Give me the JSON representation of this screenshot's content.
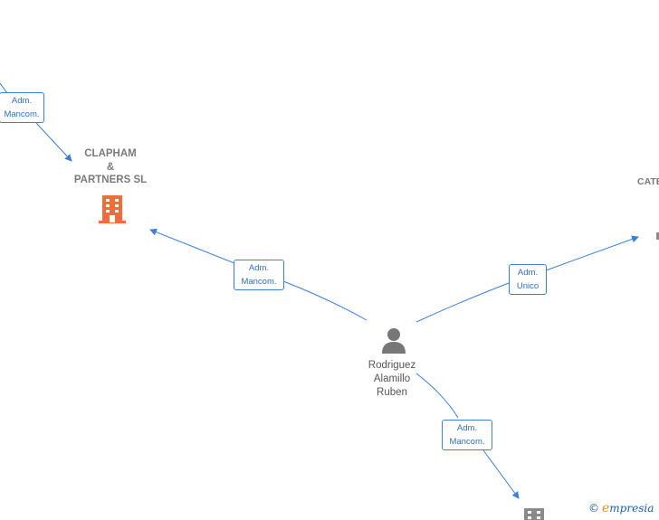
{
  "nodes": {
    "company_clapham": {
      "lines": [
        "CLAPHAM",
        "&",
        "PARTNERS  SL"
      ],
      "color": "#f26c3a"
    },
    "company_right": {
      "lines": [
        "CATE"
      ]
    },
    "person": {
      "lines": [
        "Rodriguez",
        "Alamillo",
        "Ruben"
      ]
    }
  },
  "edges": [
    {
      "id": "edge-top-left",
      "label": [
        "Adm.",
        "Mancom."
      ]
    },
    {
      "id": "edge-person-clapham",
      "label": [
        "Adm.",
        "Mancom."
      ]
    },
    {
      "id": "edge-person-right",
      "label": [
        "Adm.",
        "Unico"
      ]
    },
    {
      "id": "edge-person-bottom",
      "label": [
        "Adm.",
        "Mancom."
      ]
    }
  ],
  "colors": {
    "edge": "#3d7fd6",
    "person": "#777777",
    "company_gray": "#8a8a8a"
  },
  "watermark": {
    "copy": "©",
    "brand_initial": "e",
    "brand_rest": "mpresia"
  }
}
